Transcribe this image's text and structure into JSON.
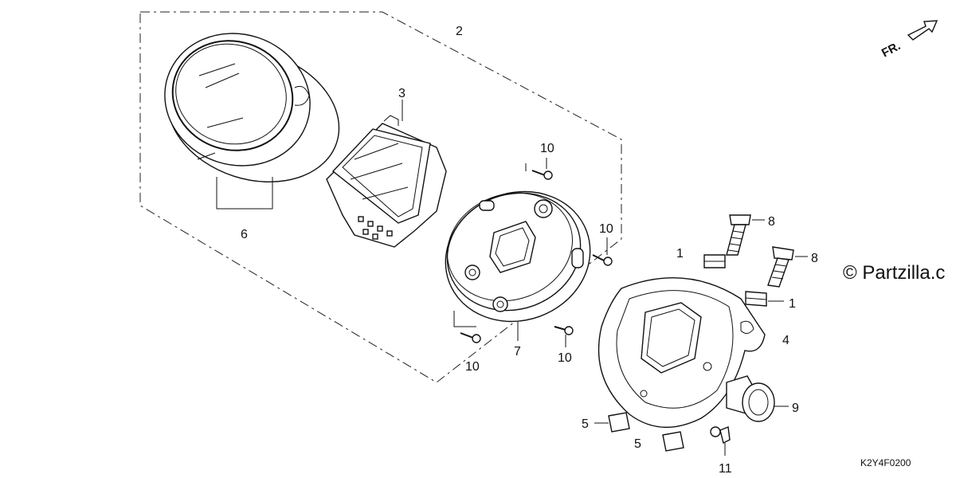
{
  "callouts": {
    "n1a": "1",
    "n1b": "1",
    "n2": "2",
    "n3": "3",
    "n4": "4",
    "n5a": "5",
    "n5b": "5",
    "n6": "6",
    "n7": "7",
    "n8a": "8",
    "n8b": "8",
    "n9": "9",
    "n10a": "10",
    "n10b": "10",
    "n10c": "10",
    "n10d": "10",
    "n11": "11"
  },
  "direction_label": "FR.",
  "watermark": "© Partzilla.c",
  "diagram_code": "K2Y4F0200"
}
